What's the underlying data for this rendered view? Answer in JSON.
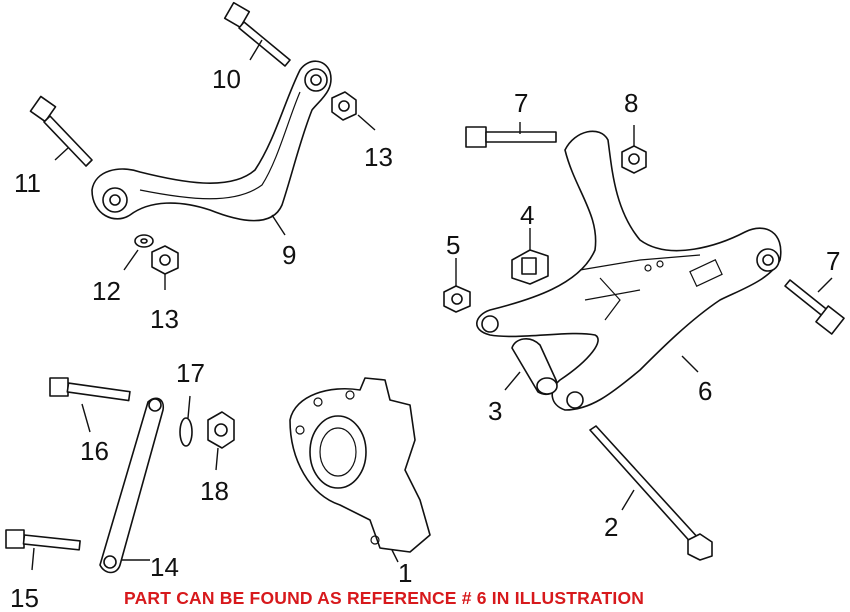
{
  "diagram": {
    "callouts": [
      {
        "id": "callout-10",
        "label": "10"
      },
      {
        "id": "callout-11",
        "label": "11"
      },
      {
        "id": "callout-13a",
        "label": "13"
      },
      {
        "id": "callout-9",
        "label": "9"
      },
      {
        "id": "callout-12",
        "label": "12"
      },
      {
        "id": "callout-13b",
        "label": "13"
      },
      {
        "id": "callout-7a",
        "label": "7"
      },
      {
        "id": "callout-8",
        "label": "8"
      },
      {
        "id": "callout-4",
        "label": "4"
      },
      {
        "id": "callout-5",
        "label": "5"
      },
      {
        "id": "callout-7b",
        "label": "7"
      },
      {
        "id": "callout-3",
        "label": "3"
      },
      {
        "id": "callout-6",
        "label": "6"
      },
      {
        "id": "callout-17",
        "label": "17"
      },
      {
        "id": "callout-16",
        "label": "16"
      },
      {
        "id": "callout-18",
        "label": "18"
      },
      {
        "id": "callout-2",
        "label": "2"
      },
      {
        "id": "callout-15",
        "label": "15"
      },
      {
        "id": "callout-14",
        "label": "14"
      },
      {
        "id": "callout-1",
        "label": "1"
      }
    ],
    "caption": "PART CAN BE FOUND AS REFERENCE # 6 IN ILLUSTRATION",
    "caption_color": "#d7191c"
  }
}
